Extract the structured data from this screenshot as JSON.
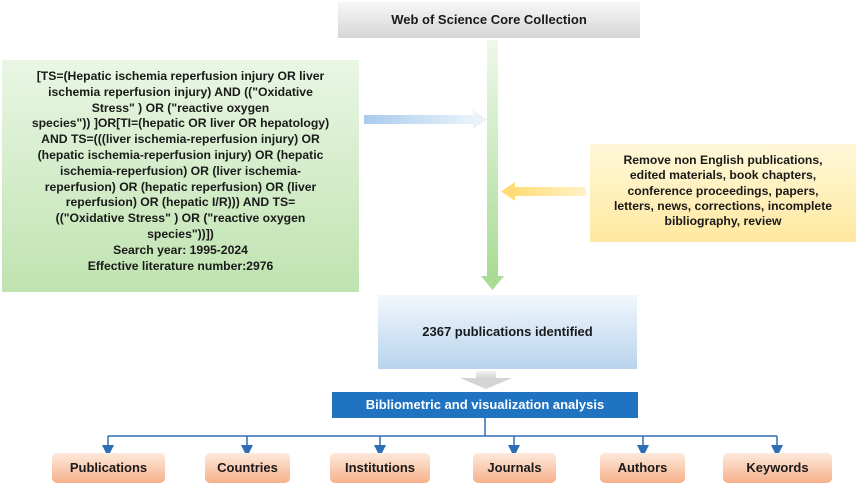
{
  "source_box": {
    "label": "Web of Science Core Collection"
  },
  "query_box": {
    "lines": [
      "[TS=(Hepatic ischemia reperfusion injury OR liver",
      "ischemia reperfusion injury) AND ((\"Oxidative",
      "Stress\" ) OR (\"reactive oxygen",
      "species\")) ]OR[TI=(hepatic OR liver OR hepatology)",
      "AND TS=(((liver ischemia-reperfusion injury) OR",
      "(hepatic ischemia-reperfusion injury) OR (hepatic",
      "ischemia-reperfusion) OR (liver ischemia-",
      "reperfusion) OR (hepatic reperfusion) OR (liver",
      "reperfusion) OR (hepatic I/R))) AND TS=",
      "((\"Oxidative Stress\" ) OR (\"reactive oxygen",
      "species\"))])",
      "Search year: 1995-2024",
      "Effective literature number:2976"
    ]
  },
  "exclusion_box": {
    "lines": [
      "Remove non English publications,",
      "edited materials, book chapters,",
      "conference proceedings, papers,",
      "letters, news, corrections, incomplete",
      "bibliography, review"
    ]
  },
  "result_box": {
    "label": "2367 publications identified"
  },
  "analysis_box": {
    "label": "Bibliometric and visualization analysis"
  },
  "categories": [
    "Publications",
    "Countries",
    "Institutions",
    "Journals",
    "Authors",
    "Keywords"
  ],
  "colors": {
    "source": "#d9d9d9",
    "query": "#c6e7b8",
    "exclusion": "#ffe9a6",
    "result": "#bdd7ee",
    "analysis": "#1f73c1",
    "category": "#f8bd9c",
    "connector": "#2e6eb5",
    "arrow_green": "#b5e3a3",
    "arrow_blue": "#bcd7f0",
    "arrow_yellow": "#ffe08a",
    "arrow_gray": "#d9d9d9"
  }
}
